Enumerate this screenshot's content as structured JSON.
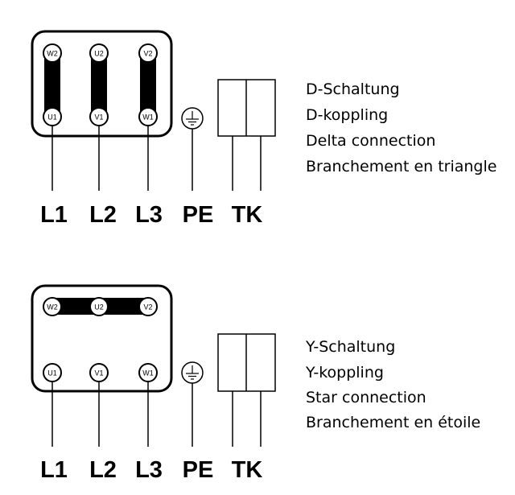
{
  "delta": {
    "terminals_top": [
      "W2",
      "U2",
      "V2"
    ],
    "terminals_bottom": [
      "U1",
      "V1",
      "W1"
    ],
    "line_labels": [
      "L1",
      "L2",
      "L3",
      "PE",
      "TK"
    ],
    "description": [
      "D-Schaltung",
      "D-koppling",
      "Delta connection",
      "Branchement en triangle"
    ]
  },
  "star": {
    "terminals_top": [
      "W2",
      "U2",
      "V2"
    ],
    "terminals_bottom": [
      "U1",
      "V1",
      "W1"
    ],
    "line_labels": [
      "L1",
      "L2",
      "L3",
      "PE",
      "TK"
    ],
    "description": [
      "Y-Schaltung",
      "Y-koppling",
      "Star connection",
      "Branchement en étoile"
    ]
  }
}
